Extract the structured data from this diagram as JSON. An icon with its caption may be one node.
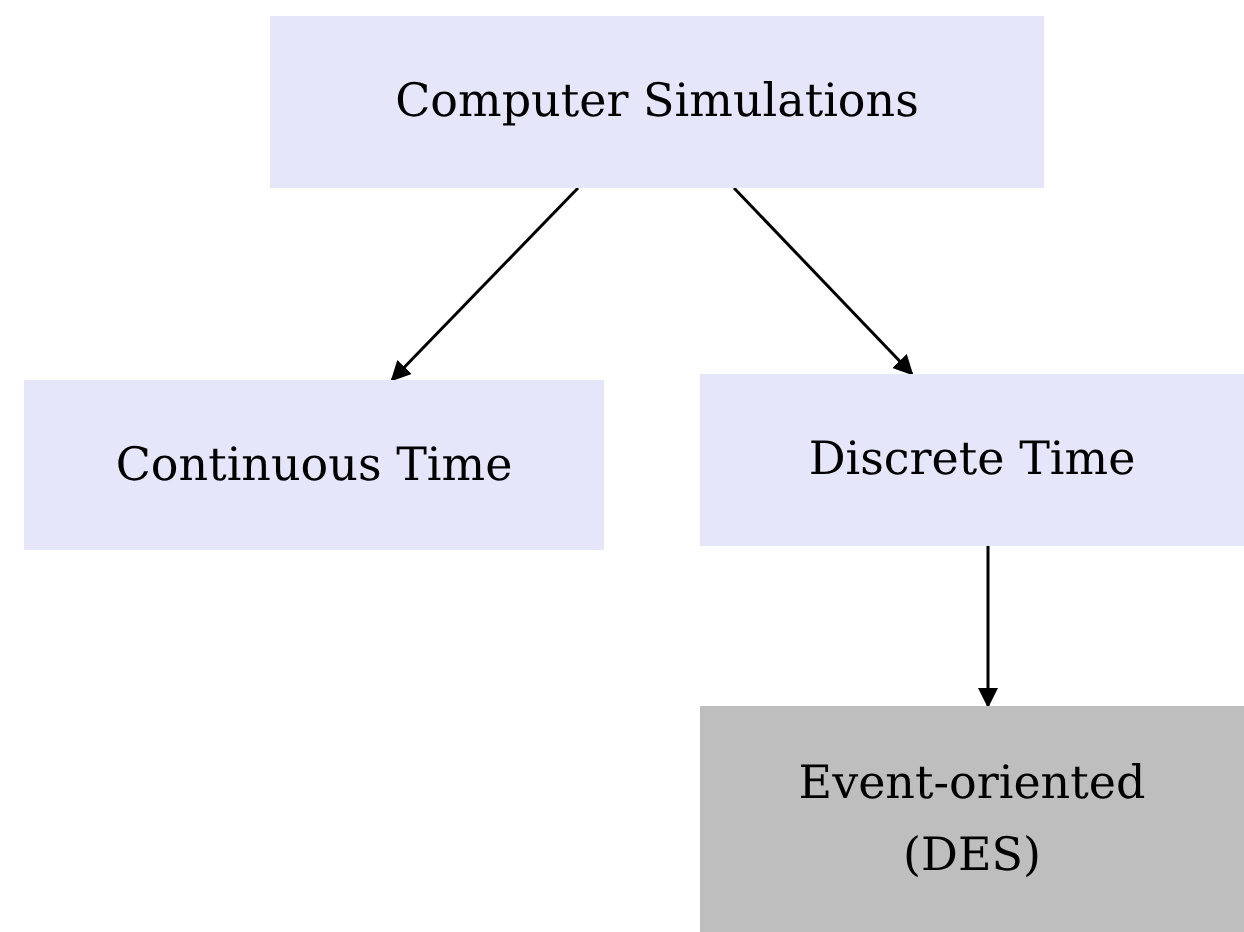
{
  "diagram": {
    "nodes": [
      {
        "text": [
          "Computer Simulations"
        ]
      },
      {
        "text": [
          "Continuous Time"
        ]
      },
      {
        "text": [
          "Discrete Time"
        ]
      },
      {
        "text": [
          "Event-oriented (DES)"
        ]
      }
    ],
    "edges": [
      {
        "from": 0,
        "to": 1,
        "arrow": "to"
      },
      {
        "from": 0,
        "to": 2,
        "arrow": "to"
      },
      {
        "from": 2,
        "to": 3,
        "arrow": "to"
      }
    ]
  }
}
